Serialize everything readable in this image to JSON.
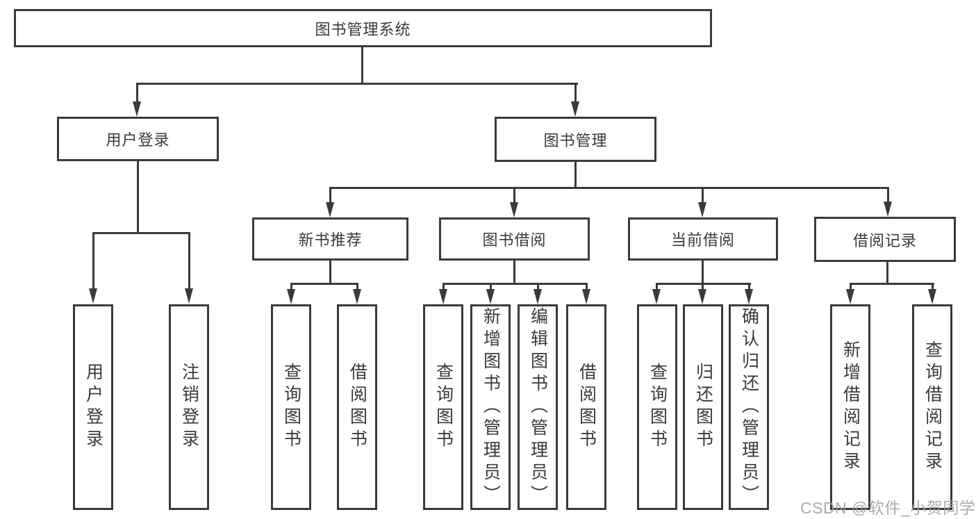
{
  "tree": {
    "root_label": "图书管理系统",
    "user_login": {
      "label": "用户登录",
      "children": [
        "用户登录",
        "注销登录"
      ]
    },
    "book_mgmt": {
      "label": "图书管理",
      "sections": [
        {
          "label": "新书推荐",
          "children": [
            "查询图书",
            "借阅图书"
          ]
        },
        {
          "label": "图书借阅",
          "children": [
            "查询图书",
            "新增图书（管理员）",
            "编辑图书（管理员）",
            "借阅图书"
          ]
        },
        {
          "label": "当前借阅",
          "children": [
            "查询图书",
            "归还图书",
            "确认归还（管理员）"
          ]
        },
        {
          "label": "借阅记录",
          "children": [
            "新增借阅记录",
            "查询借阅记录"
          ]
        }
      ]
    }
  },
  "watermark": {
    "text": "CSDN @软件_小贺同学"
  },
  "colors": {
    "line": "#3a3a3a",
    "text": "#3a3a3a",
    "watermark": "#a3a3a3",
    "background": "#ffffff"
  }
}
